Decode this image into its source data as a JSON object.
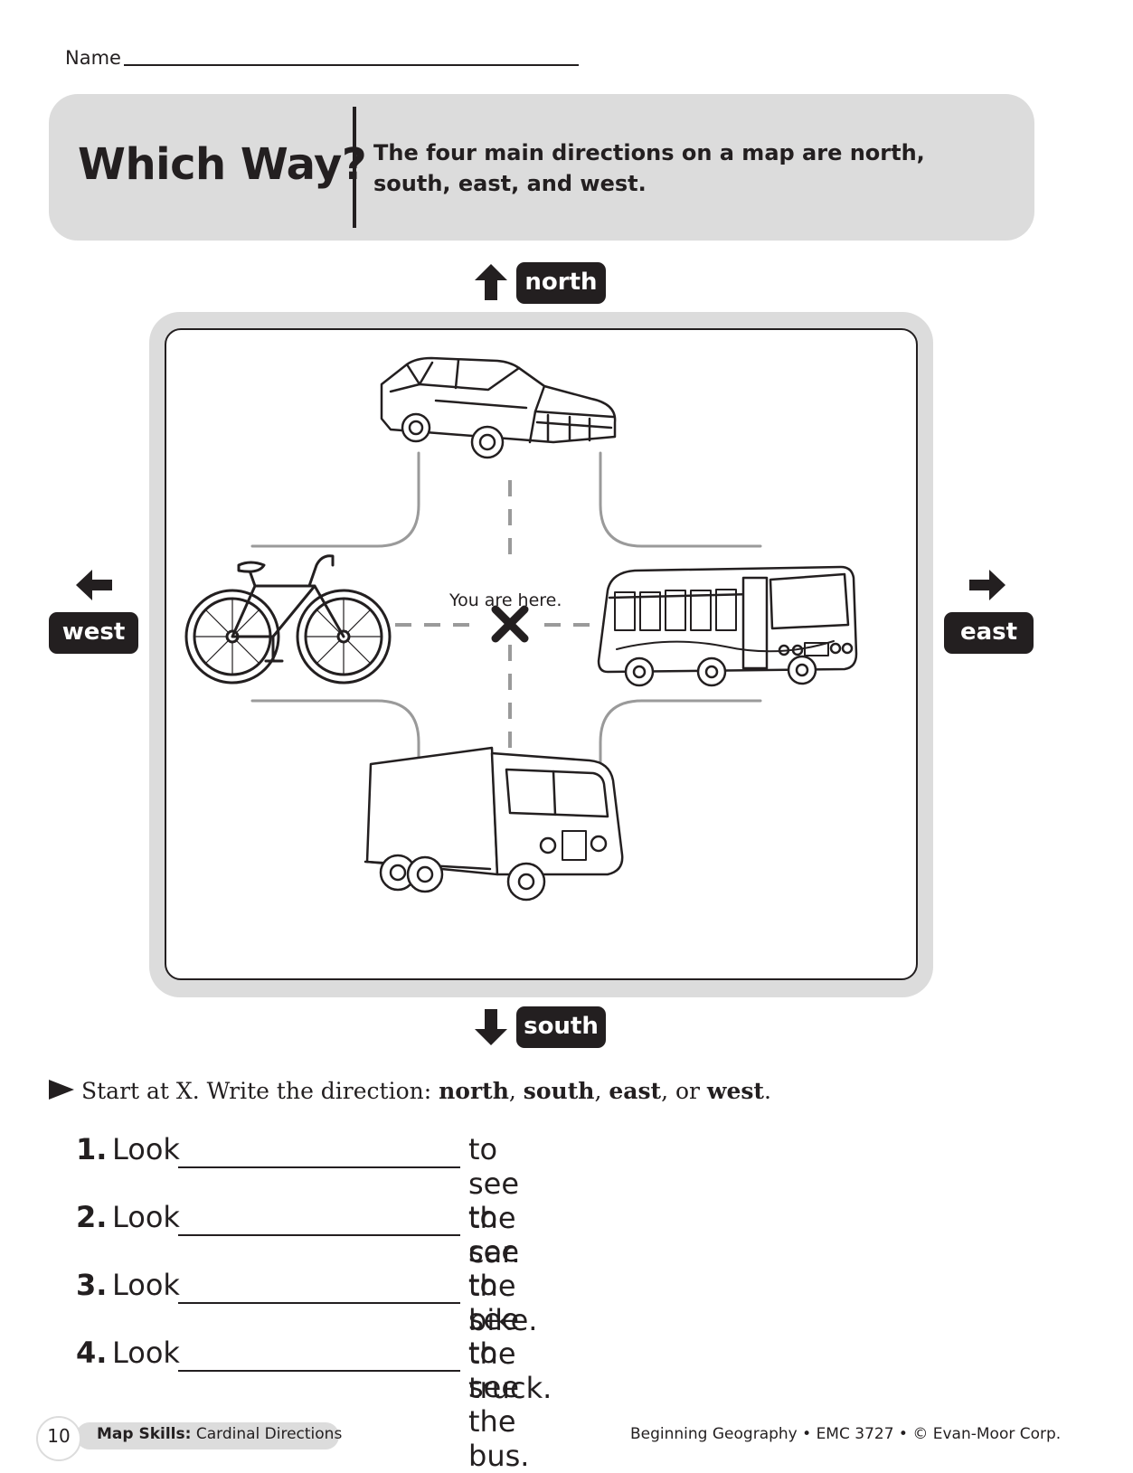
{
  "name_label": "Name",
  "header": {
    "title": "Which Way?",
    "intro": "The four main directions on a map are north, south, east, and west."
  },
  "directions": {
    "north": "north",
    "south": "south",
    "east": "east",
    "west": "west"
  },
  "map": {
    "you_are_here": "You are here.",
    "vehicles": [
      "car",
      "bike",
      "bus",
      "truck"
    ]
  },
  "instruction": {
    "lead": "Start at X. Write the direction: ",
    "north": "north",
    "sep1": ", ",
    "south": "south",
    "sep2": ", ",
    "east": "east",
    "sep3": ", or ",
    "west": "west",
    "end": "."
  },
  "questions": [
    {
      "num": "1.",
      "look": "Look",
      "rest": "to see the car."
    },
    {
      "num": "2.",
      "look": "Look",
      "rest": "to see the bike."
    },
    {
      "num": "3.",
      "look": "Look",
      "rest": "to see the truck."
    },
    {
      "num": "4.",
      "look": "Look",
      "rest": "to see the bus."
    }
  ],
  "footer": {
    "page_number": "10",
    "section_bold": "Map Skills:",
    "section_rest": " Cardinal Directions",
    "credit": "Beginning Geography • EMC 3727 • © Evan-Moor Corp."
  },
  "colors": {
    "ink": "#231f20",
    "panel_gray": "#dcdcdc"
  }
}
